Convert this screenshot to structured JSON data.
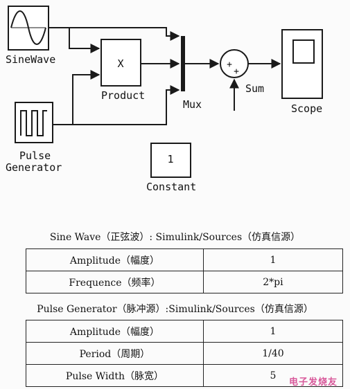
{
  "blocks": {
    "sinewave": "SineWave",
    "pulse_line1": "Pulse",
    "pulse_line2": "Generator",
    "product_symbol": "X",
    "product": "Product",
    "mux": "Mux",
    "sum": "Sum",
    "sum_sign_top": "+",
    "sum_sign_bottom": "+",
    "scope": "Scope",
    "constant_value": "1",
    "constant": "Constant"
  },
  "sine_table": {
    "caption": "Sine Wave（正弦波）: Simulink/Sources（仿真信源）",
    "rows": [
      {
        "param": "Amplitude（幅度）",
        "value": "1"
      },
      {
        "param": "Frequence（频率）",
        "value": "2*pi"
      }
    ]
  },
  "pulse_table": {
    "caption": "Pulse Generator（脉冲源）:Simulink/Sources（仿真信源）",
    "rows": [
      {
        "param": "Amplitude（幅度）",
        "value": "1"
      },
      {
        "param": "Period（周期）",
        "value": "1/40"
      },
      {
        "param": "Pulse Width（脉宽）",
        "value": "5"
      }
    ]
  },
  "watermark": "电子发烧友",
  "colors": {
    "line": "#1a1a1a",
    "watermark": "#d23c8a"
  }
}
